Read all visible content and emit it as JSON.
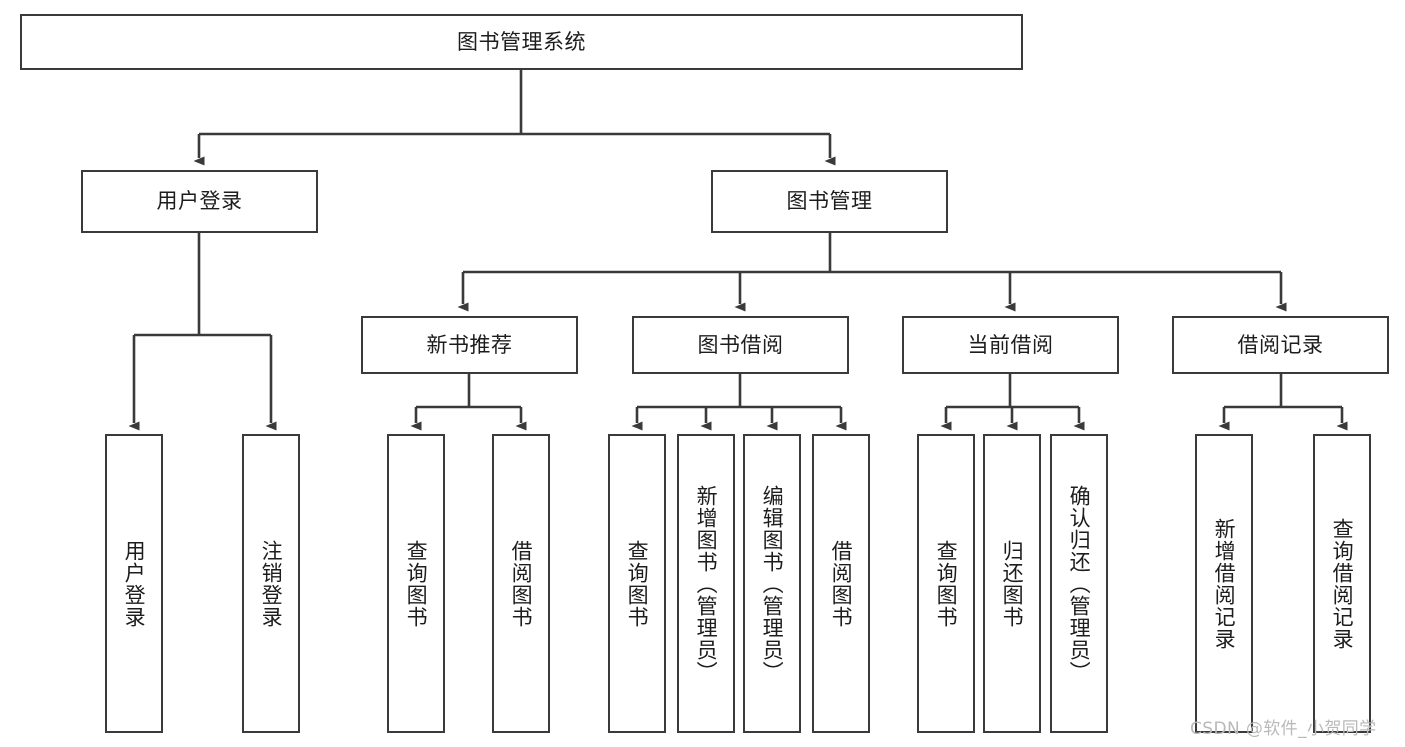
{
  "diagram": {
    "type": "tree-hierarchy",
    "title": "图书管理系统",
    "watermark": "CSDN @软件_小贺同学",
    "colors": {
      "node_border": "#3a3a3a",
      "node_fill": "#ffffff",
      "edge": "#3a3a3a",
      "text": "#1d1d1d",
      "watermark": "#b9b9b9"
    },
    "nodes": {
      "root": {
        "label": "图书管理系统",
        "orientation": "horizontal",
        "level": 0
      },
      "l1": [
        {
          "id": "user-login",
          "label": "用户登录",
          "orientation": "horizontal",
          "level": 1
        },
        {
          "id": "book-management",
          "label": "图书管理",
          "orientation": "horizontal",
          "level": 1
        }
      ],
      "l2": [
        {
          "id": "new-book-recommend",
          "label": "新书推荐",
          "orientation": "horizontal",
          "level": 2,
          "parent": "book-management"
        },
        {
          "id": "book-borrow",
          "label": "图书借阅",
          "orientation": "horizontal",
          "level": 2,
          "parent": "book-management"
        },
        {
          "id": "current-borrow",
          "label": "当前借阅",
          "orientation": "horizontal",
          "level": 2,
          "parent": "book-management"
        },
        {
          "id": "borrow-record",
          "label": "借阅记录",
          "orientation": "horizontal",
          "level": 2,
          "parent": "book-management"
        }
      ],
      "leaves": [
        {
          "id": "leaf-user-login",
          "label": "用户登录",
          "orientation": "vertical",
          "parent": "user-login"
        },
        {
          "id": "leaf-logout-login",
          "label": "注销登录",
          "orientation": "vertical",
          "parent": "user-login"
        },
        {
          "id": "leaf-query-book-1",
          "label": "查询图书",
          "orientation": "vertical",
          "parent": "new-book-recommend"
        },
        {
          "id": "leaf-borrow-book-1",
          "label": "借阅图书",
          "orientation": "vertical",
          "parent": "new-book-recommend"
        },
        {
          "id": "leaf-query-book-2",
          "label": "查询图书",
          "orientation": "vertical",
          "parent": "book-borrow"
        },
        {
          "id": "leaf-add-book",
          "label": "新增图书（管理员）",
          "orientation": "vertical",
          "parent": "book-borrow"
        },
        {
          "id": "leaf-edit-book",
          "label": "编辑图书（管理员）",
          "orientation": "vertical",
          "parent": "book-borrow"
        },
        {
          "id": "leaf-borrow-book-2",
          "label": "借阅图书",
          "orientation": "vertical",
          "parent": "book-borrow"
        },
        {
          "id": "leaf-query-book-3",
          "label": "查询图书",
          "orientation": "vertical",
          "parent": "current-borrow"
        },
        {
          "id": "leaf-return-book",
          "label": "归还图书",
          "orientation": "vertical",
          "parent": "current-borrow"
        },
        {
          "id": "leaf-confirm-return",
          "label": "确认归还（管理员）",
          "orientation": "vertical",
          "parent": "current-borrow"
        },
        {
          "id": "leaf-add-record",
          "label": "新增借阅记录",
          "orientation": "vertical",
          "parent": "borrow-record"
        },
        {
          "id": "leaf-query-record",
          "label": "查询借阅记录",
          "orientation": "vertical",
          "parent": "borrow-record"
        }
      ]
    }
  }
}
